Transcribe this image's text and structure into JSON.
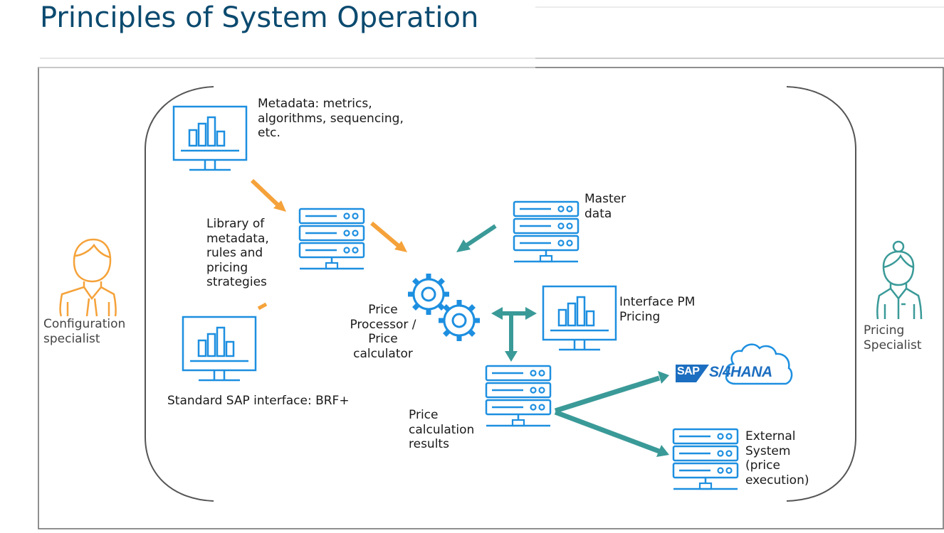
{
  "slide": {
    "title": "Principles of System Operation"
  },
  "labels": {
    "metadata": "Metadata: metrics,\nalgorithms, sequencing,\netc.",
    "library": "Library of\nmetadata,\nrules and\npricing\nstrategies",
    "master_data": "Master\ndata",
    "price_processor": "Price\nProcessor /\nPrice\ncalculator",
    "interface_pm": "Interface PM\nPricing",
    "standard_sap": "Standard SAP interface: BRF+",
    "price_results": "Price\ncalculation\nresults",
    "external_system": "External\nSystem\n(price\nexecution)"
  },
  "people": {
    "configuration": "Configuration\nspecialist",
    "pricing": "Pricing\nSpecialist"
  },
  "logo": {
    "sap": "SAP",
    "s4": "S/4HANA"
  },
  "colors": {
    "blue": "#1d8fe0",
    "orange": "#f5a23a",
    "teal": "#3a9a98",
    "title": "#0b4a6f"
  }
}
